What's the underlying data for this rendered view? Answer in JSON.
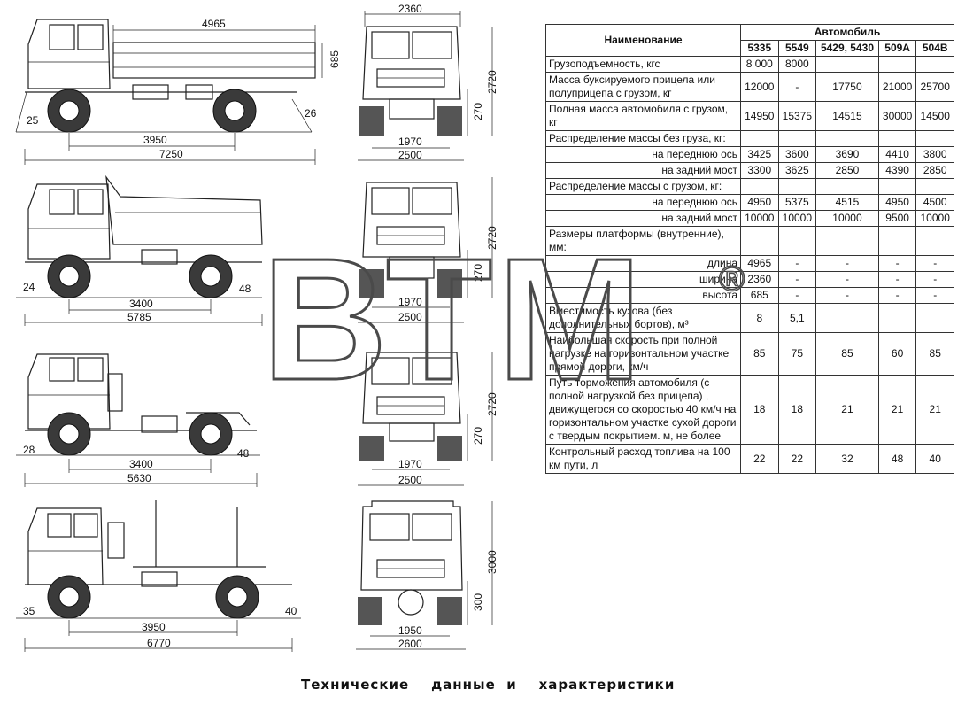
{
  "dimensions": {
    "v1": {
      "platform_length": "4965",
      "side_height": "685",
      "overhang_angle_front": "25",
      "overhang_angle_rear": "26",
      "wheelbase": "3950",
      "overall_length": "7250"
    },
    "f1": {
      "width_top": "2360",
      "clearance": "270",
      "overall_height": "2720",
      "track": "1970",
      "overall_width": "2500"
    },
    "v2": {
      "angle_front": "24",
      "angle_rear": "48",
      "wheelbase": "3400",
      "overall_length": "5785"
    },
    "f2": {
      "clearance": "270",
      "overall_height": "2720",
      "track": "1970",
      "overall_width": "2500"
    },
    "v3": {
      "angle_front": "28",
      "angle_rear": "48",
      "wheelbase": "3400",
      "overall_length": "5630"
    },
    "f3": {
      "clearance": "270",
      "overall_height": "2720",
      "track": "1970",
      "overall_width": "2500"
    },
    "v4": {
      "angle_front": "35",
      "angle_rear": "40",
      "wheelbase": "3950",
      "overall_length": "6770"
    },
    "f4": {
      "clearance": "300",
      "overall_height": "3000",
      "track": "1950",
      "overall_width": "2600"
    }
  },
  "table": {
    "header_name": "Наименование",
    "header_group": "Автомобиль",
    "models": [
      "5335",
      "5549",
      "5429, 5430",
      "509А",
      "504В"
    ],
    "rows": [
      {
        "name": "Грузоподъемность, кгс",
        "values": [
          "8 000",
          "8000",
          "",
          "",
          ""
        ]
      },
      {
        "name": "Масса буксируемого прицела или полуприцепа с грузом, кг",
        "values": [
          "12000",
          "-",
          "17750",
          "21000",
          "25700"
        ]
      },
      {
        "name": "Полная масса автомобиля с грузом, кг",
        "values": [
          "14950",
          "15375",
          "14515",
          "30000",
          "14500"
        ]
      },
      {
        "name": "Распределение массы без груза, кг:",
        "values": [
          "",
          "",
          "",
          "",
          ""
        ]
      },
      {
        "name": "на переднюю ось",
        "values": [
          "3425",
          "3600",
          "3690",
          "4410",
          "3800"
        ]
      },
      {
        "name": "на задний  мост",
        "values": [
          "3300",
          "3625",
          "2850",
          "4390",
          "2850"
        ]
      },
      {
        "name": "Распределение массы с грузом, кг:",
        "values": [
          "",
          "",
          "",
          "",
          ""
        ]
      },
      {
        "name": "на  переднюю ось",
        "values": [
          "4950",
          "5375",
          "4515",
          "4950",
          "4500"
        ]
      },
      {
        "name": "на  задний  мост",
        "values": [
          "10000",
          "10000",
          "10000",
          "9500",
          "10000"
        ]
      },
      {
        "name": "Размеры платформы (внутренние), мм:",
        "values": [
          "",
          "",
          "",
          "",
          ""
        ]
      },
      {
        "name": "длина",
        "values": [
          "4965",
          "-",
          "-",
          "-",
          "-"
        ]
      },
      {
        "name": "ширина",
        "values": [
          "2360",
          "-",
          "-",
          "-",
          "-"
        ]
      },
      {
        "name": "высота",
        "values": [
          "685",
          "-",
          "-",
          "-",
          "-"
        ]
      },
      {
        "name": "Вместимость кузова (без дополнительных бортов), м³",
        "values": [
          "8",
          "5,1",
          "",
          "",
          ""
        ]
      },
      {
        "name": "Наибольшая скорость при полной нагрузке на горизонтальном участке прямой дороги, км/ч",
        "values": [
          "85",
          "75",
          "85",
          "60",
          "85"
        ]
      },
      {
        "name": "Путь торможения автомобиля (с полной нагрузкой без прицепа) , движущегося со скоростью 40 км/ч на горизонтальном участке сухой дороги с твердым покрытием. м, не более",
        "values": [
          "18",
          "18",
          "21",
          "21",
          "21"
        ]
      },
      {
        "name": "Контрольный расход топлива на 100 км пути, л",
        "values": [
          "22",
          "22",
          "32",
          "48",
          "40"
        ]
      }
    ]
  },
  "watermark": "ВТМ",
  "watermark_mark": "®",
  "caption": "Технические    данные  и    характеристики"
}
